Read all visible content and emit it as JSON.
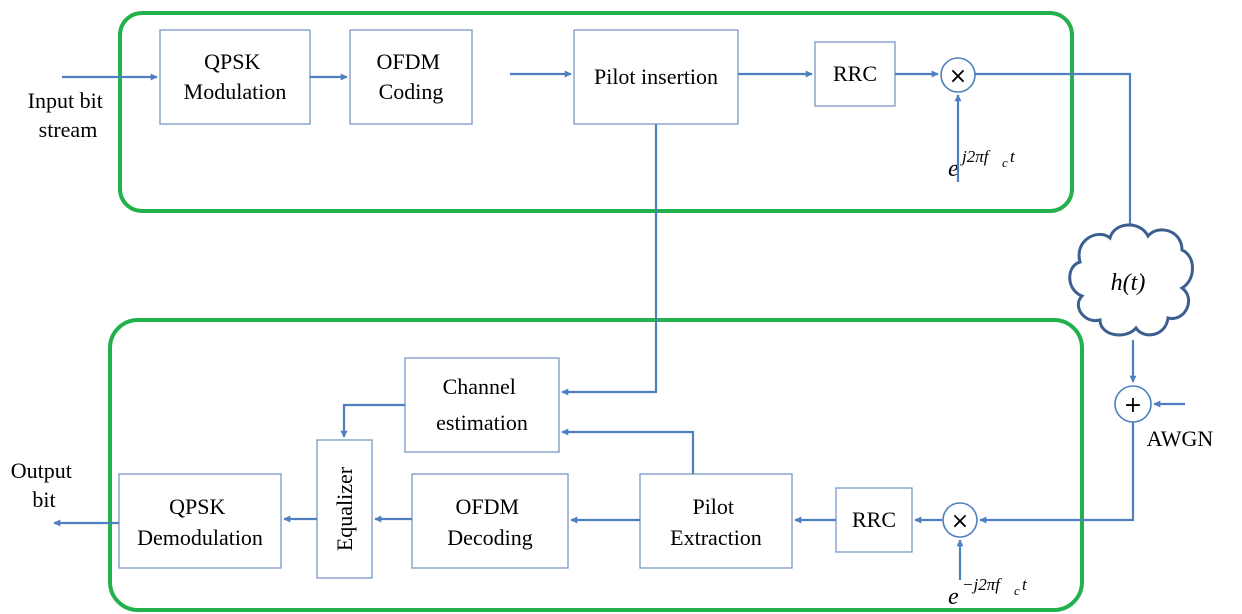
{
  "colors": {
    "group_border": "#22b14c",
    "block_border": "#6d8fc0",
    "signal_line": "#4f7fc0",
    "channel_cloud": "#3d5f8f"
  },
  "transmitter": {
    "input_label": [
      "Input bit",
      "stream"
    ],
    "qpsk_mod": [
      "QPSK",
      "Modulation"
    ],
    "ofdm_coding": [
      "OFDM",
      "Coding"
    ],
    "pilot_insertion": "Pilot insertion",
    "rrc": "RRC",
    "mixer_symbol": "×",
    "carrier_base": "e",
    "carrier_exp": "j2πf",
    "carrier_sub": "c",
    "carrier_t": "t"
  },
  "channel": {
    "label": "h(t)",
    "adder_symbol": "+",
    "noise_label": "AWGN"
  },
  "receiver": {
    "channel_estimation": [
      "Channel",
      "estimation"
    ],
    "equalizer": "Equalizer",
    "qpsk_demod": [
      "QPSK",
      "Demodulation"
    ],
    "ofdm_decoding": [
      "OFDM",
      "Decoding"
    ],
    "pilot_extraction": [
      "Pilot",
      "Extraction"
    ],
    "rrc": "RRC",
    "mixer_symbol": "×",
    "carrier_base": "e",
    "carrier_exp": "−j2πf",
    "carrier_sub": "c",
    "carrier_t": "t",
    "output_label": [
      "Output",
      "bit"
    ]
  }
}
